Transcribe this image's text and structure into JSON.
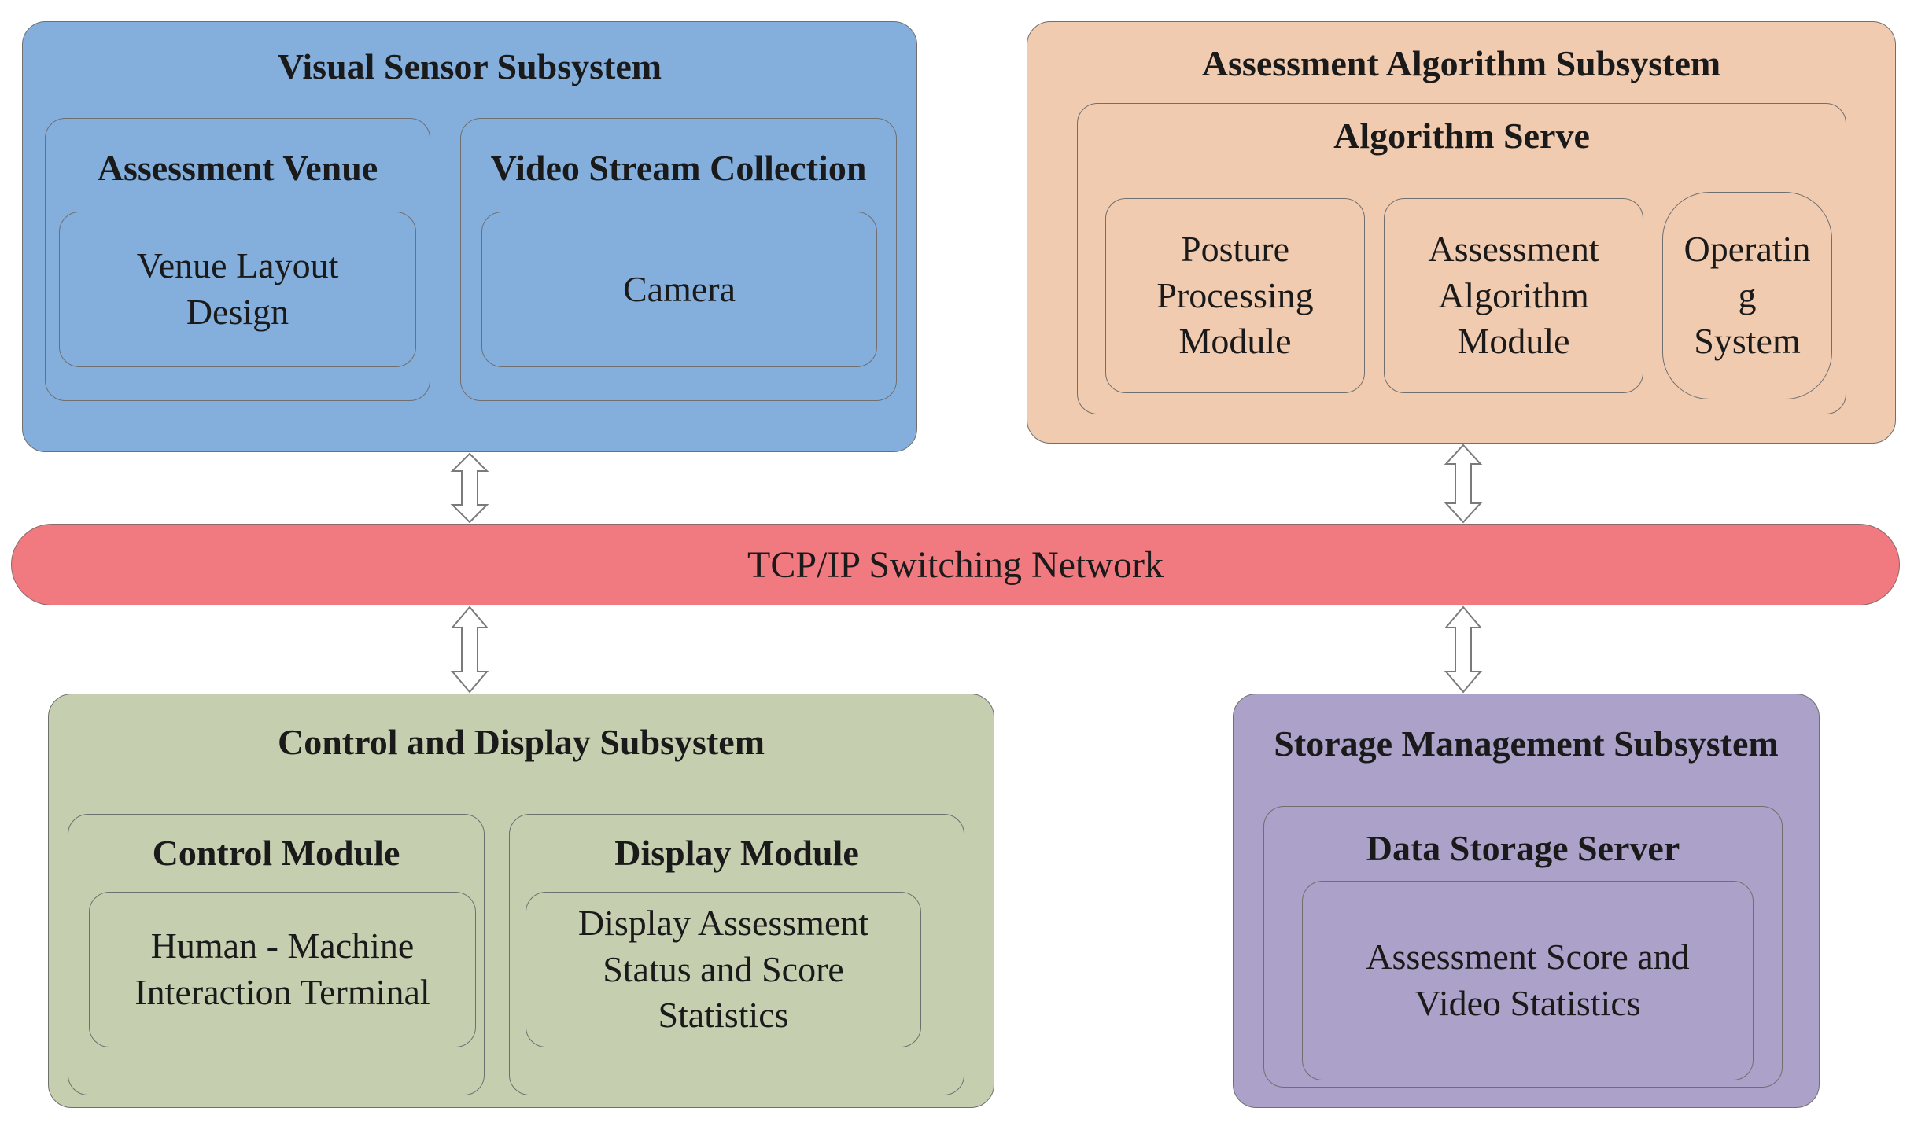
{
  "visual_sensor": {
    "title": "Visual Sensor Subsystem",
    "venue": {
      "title": "Assessment Venue",
      "item": "Venue Layout\nDesign"
    },
    "video": {
      "title": "Video Stream Collection",
      "item": "Camera"
    }
  },
  "assessment_algorithm": {
    "title": "Assessment Algorithm Subsystem",
    "server": {
      "title": "Algorithm Serve",
      "modules": [
        "Posture\nProcessing\nModule",
        "Assessment\nAlgorithm\nModule",
        "Operatin\ng\nSystem"
      ]
    }
  },
  "network": {
    "label": "TCP/IP Switching Network"
  },
  "control_display": {
    "title": "Control and Display Subsystem",
    "control": {
      "title": "Control Module",
      "item": "Human - Machine\nInteraction Terminal"
    },
    "display": {
      "title": "Display Module",
      "item": "Display Assessment\nStatus and Score\nStatistics"
    }
  },
  "storage": {
    "title": "Storage Management Subsystem",
    "server": {
      "title": "Data Storage Server",
      "item": "Assessment Score and\nVideo Statistics"
    }
  },
  "colors": {
    "visual_sensor": "#84afdd",
    "assessment_algorithm": "#f1cbb0",
    "network": "#f17980",
    "control_display": "#c5cfb0",
    "storage": "#aca1c8"
  }
}
